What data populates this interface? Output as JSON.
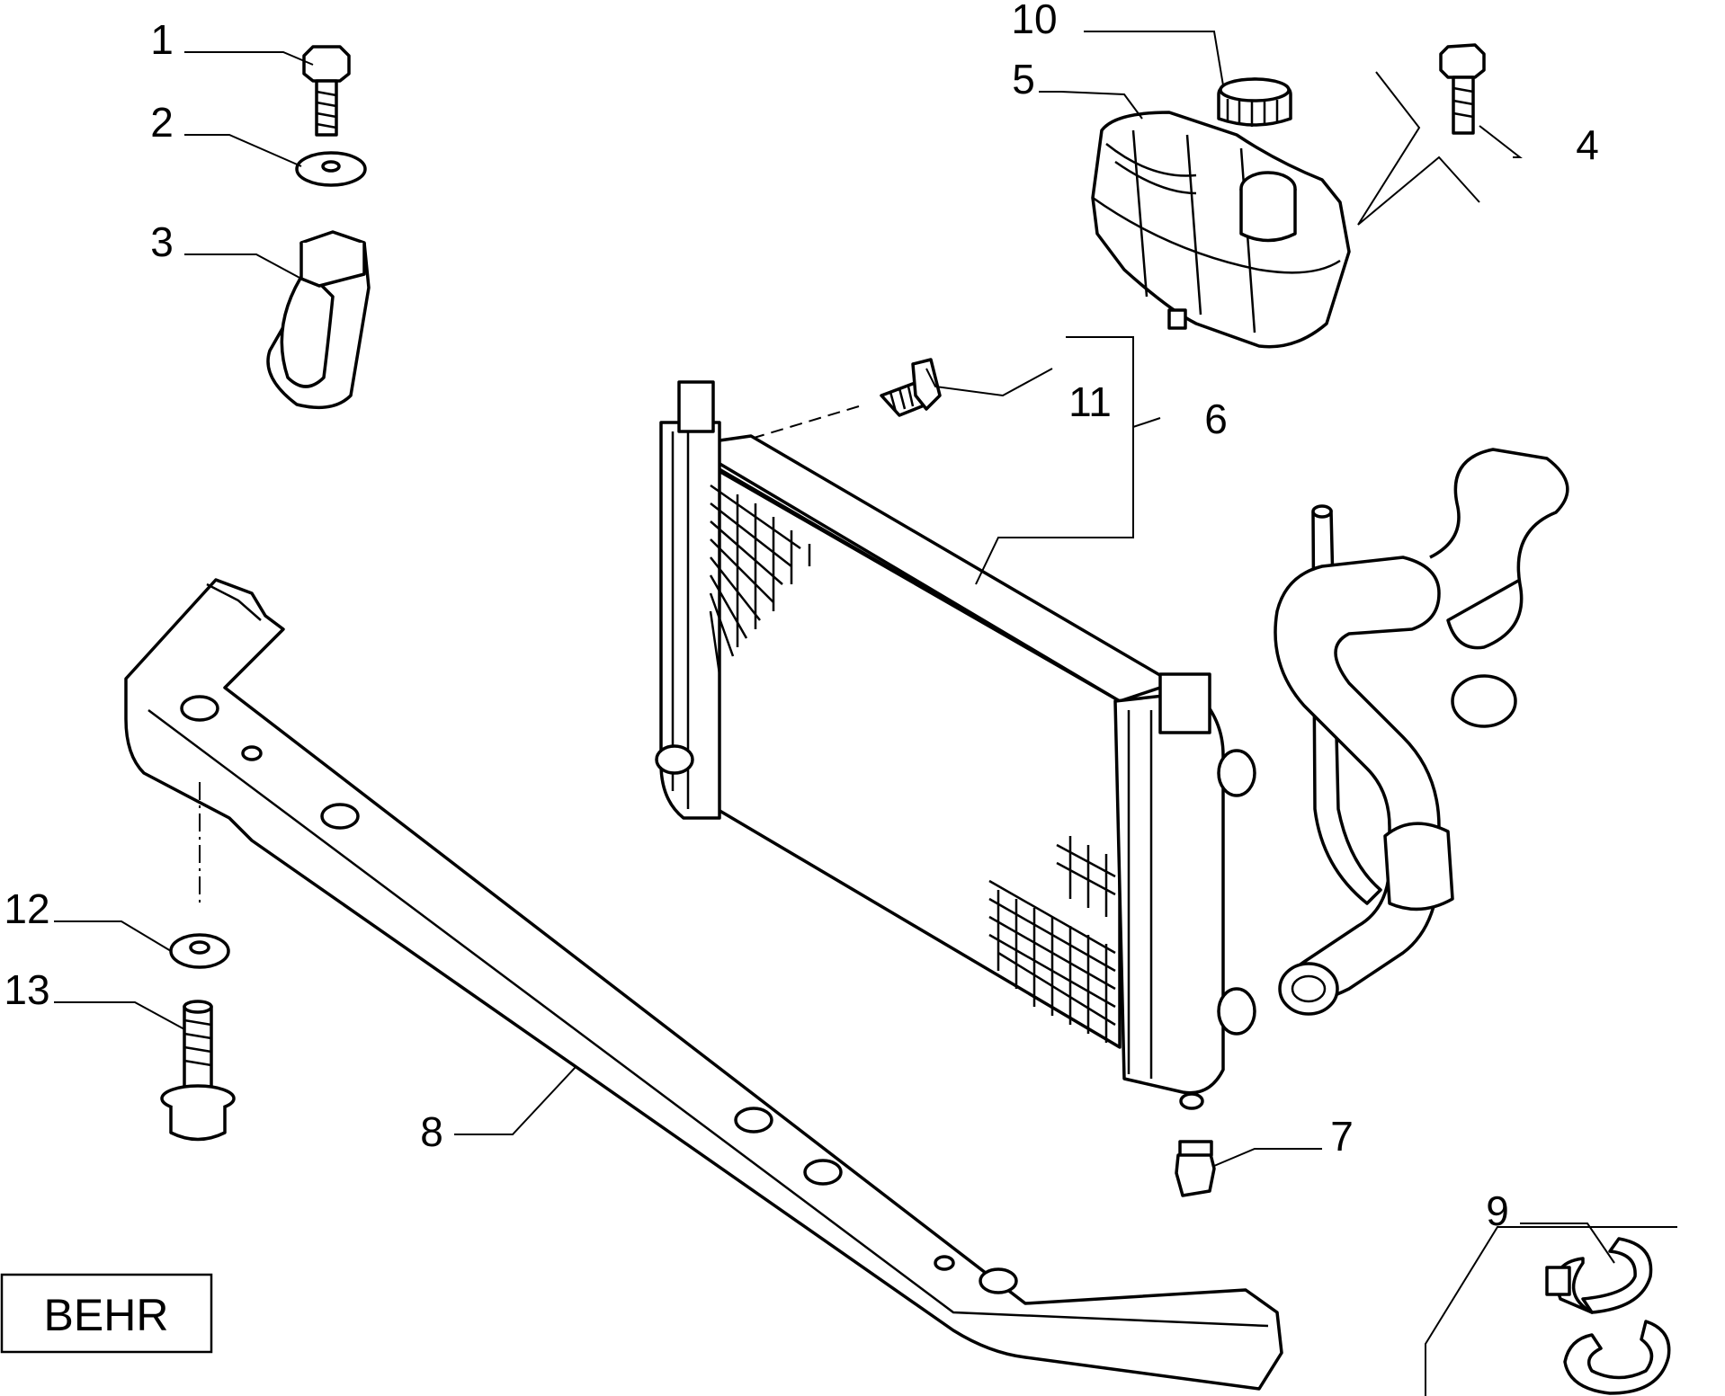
{
  "callouts": {
    "c1": "1",
    "c2": "2",
    "c3": "3",
    "c4": "4",
    "c5": "5",
    "c6": "6",
    "c7": "7",
    "c8": "8",
    "c9": "9",
    "c10": "10",
    "c11": "11",
    "c12": "12",
    "c13": "13"
  },
  "brand": "BEHR"
}
